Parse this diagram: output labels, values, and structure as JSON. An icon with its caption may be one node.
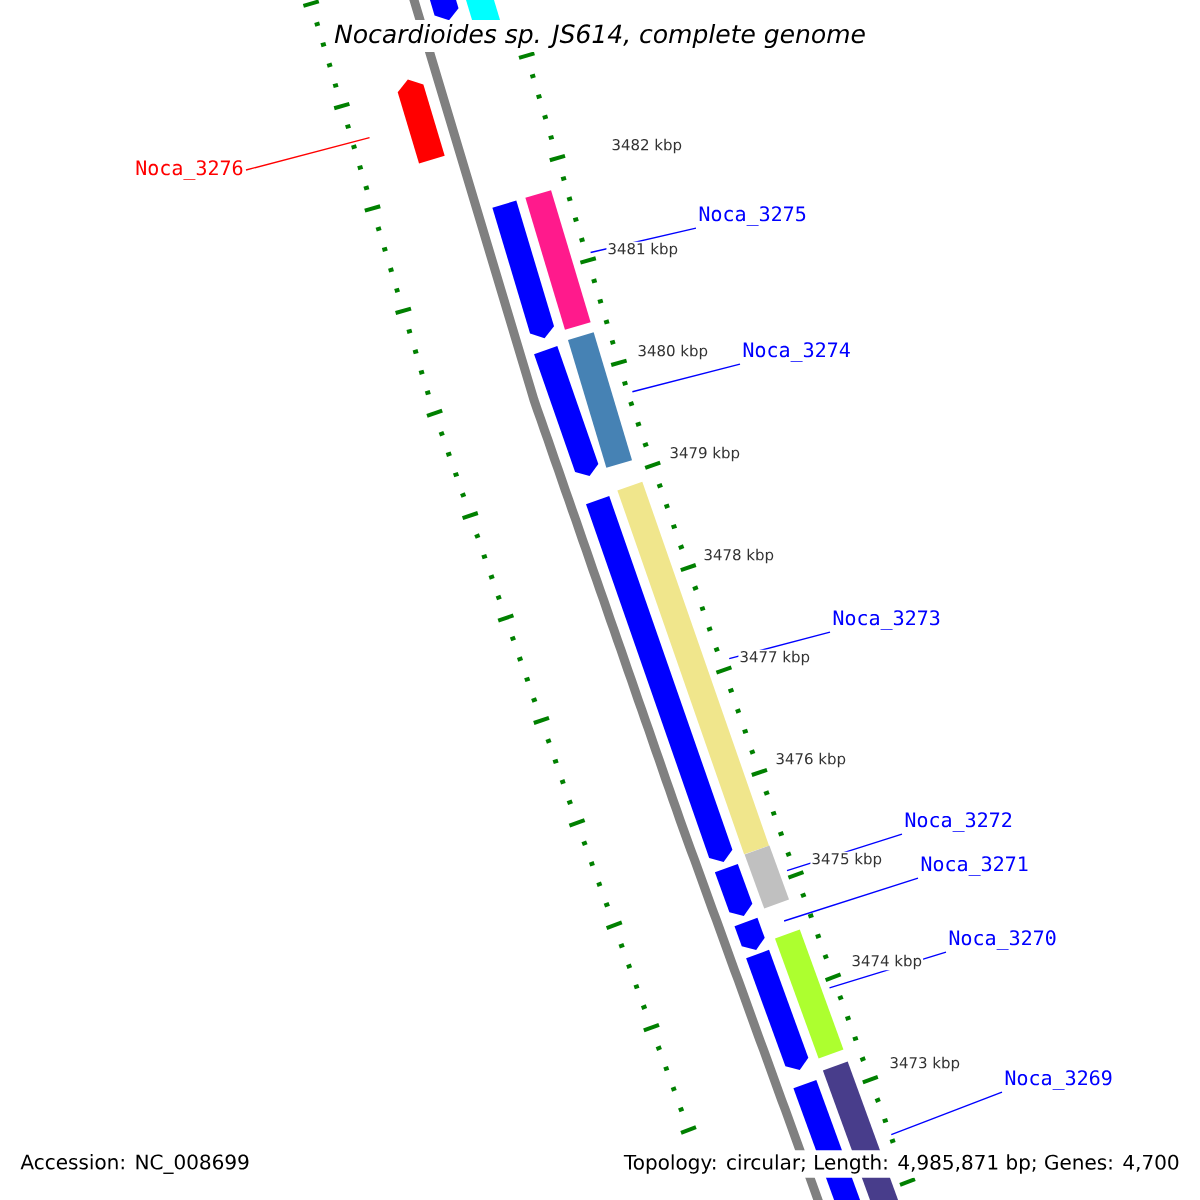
{
  "diagram": {
    "title": "Nocardioides sp. JS614, complete genome",
    "nodes": [
      {
        "text": [],
        "shape": "pentagon"
      },
      {
        "text": [],
        "shape": "box"
      },
      {
        "text": [
          "Noca_3276"
        ]
      },
      {
        "text": [],
        "shape": "pentagon"
      },
      {
        "text": [],
        "shape": "pentagon"
      },
      {
        "text": [],
        "shape": "box"
      },
      {
        "text": [
          "Noca_3275"
        ]
      },
      {
        "text": [],
        "shape": "pentagon"
      },
      {
        "text": [],
        "shape": "box"
      },
      {
        "text": [
          "Noca_3274"
        ]
      },
      {
        "text": [],
        "shape": "pentagon"
      },
      {
        "text": [],
        "shape": "box"
      },
      {
        "text": [
          "Noca_3273"
        ]
      },
      {
        "text": [
          "Noca_3272"
        ]
      },
      {
        "text": [],
        "shape": "pentagon"
      },
      {
        "text": [],
        "shape": "box"
      },
      {
        "text": [
          "Noca_3271"
        ]
      },
      {
        "text": [],
        "shape": "pentagon"
      },
      {
        "text": [
          "Noca_3270"
        ]
      },
      {
        "text": [],
        "shape": "pentagon"
      },
      {
        "text": [],
        "shape": "box"
      },
      {
        "text": [
          "Noca_3269"
        ]
      },
      {
        "text": [],
        "shape": "pentagon"
      },
      {
        "text": [],
        "shape": "box"
      }
    ],
    "edges": [
      {
        "from": 2,
        "to": 3,
        "arrow": "none",
        "color": "#ff0000"
      },
      {
        "from": 6,
        "to": 5,
        "arrow": "none"
      },
      {
        "from": 9,
        "to": 8,
        "arrow": "none"
      },
      {
        "from": 12,
        "to": 11,
        "arrow": "none"
      },
      {
        "from": 13,
        "to": 15,
        "arrow": "none"
      },
      {
        "from": 16,
        "to": 17,
        "arrow": "none"
      },
      {
        "from": 18,
        "to": 20,
        "arrow": "none"
      },
      {
        "from": 21,
        "to": 23,
        "arrow": "none"
      }
    ],
    "labels": [
      "3482 kbp",
      "3481 kbp",
      "3480 kbp",
      "3479 kbp",
      "3478 kbp",
      "3477 kbp",
      "3476 kbp",
      "3475 kbp",
      "3474 kbp",
      "3473 kbp",
      "Accession: NC_008699",
      "Topology: circular; Length: 4,985,871 bp; Genes: 4,700"
    ]
  }
}
